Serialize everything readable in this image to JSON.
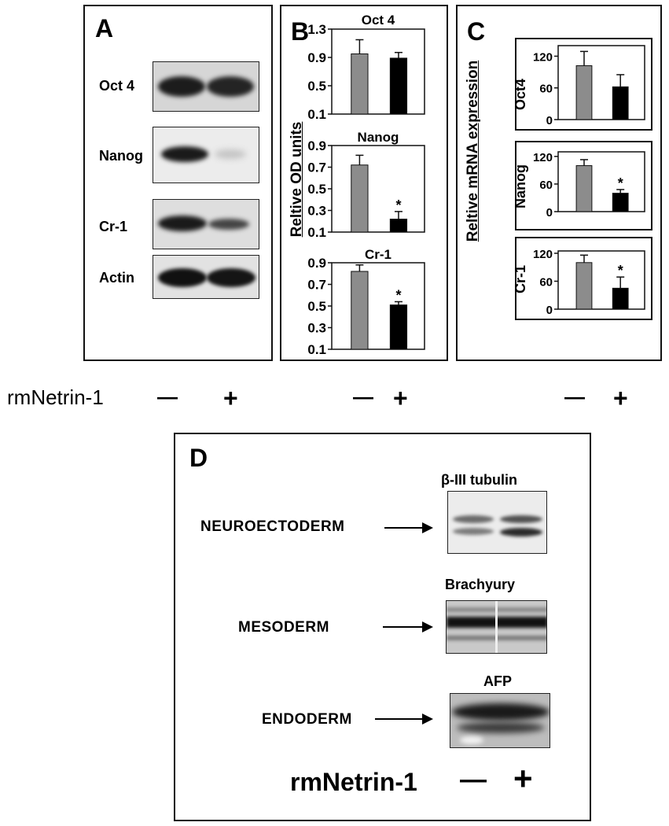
{
  "panels": {
    "A": {
      "letter": "A",
      "blots": [
        {
          "label": "Oct 4"
        },
        {
          "label": "Nanog"
        },
        {
          "label": "Cr-1"
        },
        {
          "label": "Actin"
        }
      ]
    },
    "B": {
      "letter": "B",
      "ylabel": "Reltive OD units"
    },
    "C": {
      "letter": "C",
      "ylabel": "Reltive mRNA expression"
    },
    "D": {
      "letter": "D",
      "rows": [
        {
          "germ_layer": "NEUROECTODERM",
          "marker": "β-III tubulin"
        },
        {
          "germ_layer": "MESODERM",
          "marker": "Brachyury"
        },
        {
          "germ_layer": "ENDODERM",
          "marker": "AFP"
        }
      ],
      "treatment_label": "rmNetrin-1",
      "minus": "—",
      "plus": "+"
    }
  },
  "treatment": {
    "label": "rmNetrin-1",
    "minus": "—",
    "plus": "+"
  },
  "chart_data": [
    {
      "panel": "B",
      "type": "bar",
      "title": "Oct 4",
      "categories": [
        "—",
        "+"
      ],
      "values": [
        0.95,
        0.89
      ],
      "errors": [
        0.2,
        0.08
      ],
      "significant": [
        false,
        false
      ],
      "yticks": [
        "1.3",
        "0.9",
        "0.5",
        "0.1"
      ],
      "ylim": [
        0.1,
        1.3
      ],
      "ylabel": "Reltive OD units",
      "colors": [
        "#8c8c8c",
        "#000000"
      ]
    },
    {
      "panel": "B",
      "type": "bar",
      "title": "Nanog",
      "categories": [
        "—",
        "+"
      ],
      "values": [
        0.72,
        0.22
      ],
      "errors": [
        0.09,
        0.07
      ],
      "significant": [
        false,
        true
      ],
      "yticks": [
        "0.9",
        "0.7",
        "0.5",
        "0.3",
        "0.1"
      ],
      "ylim": [
        0.1,
        0.9
      ],
      "ylabel": "Reltive OD units",
      "colors": [
        "#8c8c8c",
        "#000000"
      ]
    },
    {
      "panel": "B",
      "type": "bar",
      "title": "Cr-1",
      "categories": [
        "—",
        "+"
      ],
      "values": [
        0.82,
        0.51
      ],
      "errors": [
        0.06,
        0.03
      ],
      "significant": [
        false,
        true
      ],
      "yticks": [
        "0.9",
        "0.7",
        "0.5",
        "0.3",
        "0.1"
      ],
      "ylim": [
        0.1,
        0.9
      ],
      "ylabel": "Reltive OD units",
      "colors": [
        "#8c8c8c",
        "#000000"
      ]
    },
    {
      "panel": "C",
      "type": "bar",
      "title": "Oct4",
      "categories": [
        "—",
        "+"
      ],
      "values": [
        102,
        62
      ],
      "errors": [
        27,
        23
      ],
      "significant": [
        false,
        false
      ],
      "yticks": [
        "120",
        "60",
        "0"
      ],
      "ylim": [
        0,
        140
      ],
      "ylabel": "Reltive mRNA expression",
      "colors": [
        "#8c8c8c",
        "#000000"
      ]
    },
    {
      "panel": "C",
      "type": "bar",
      "title": "Nanog",
      "categories": [
        "—",
        "+"
      ],
      "values": [
        100,
        40
      ],
      "errors": [
        13,
        8
      ],
      "significant": [
        false,
        true
      ],
      "yticks": [
        "120",
        "60",
        "0"
      ],
      "ylim": [
        0,
        130
      ],
      "ylabel": "Reltive mRNA expression",
      "colors": [
        "#8c8c8c",
        "#000000"
      ]
    },
    {
      "panel": "C",
      "type": "bar",
      "title": "Cr-1",
      "categories": [
        "—",
        "+"
      ],
      "values": [
        100,
        45
      ],
      "errors": [
        16,
        24
      ],
      "significant": [
        false,
        true
      ],
      "yticks": [
        "120",
        "60",
        "0"
      ],
      "ylim": [
        0,
        125
      ],
      "ylabel": "Reltive mRNA expression",
      "colors": [
        "#8c8c8c",
        "#000000"
      ]
    }
  ]
}
